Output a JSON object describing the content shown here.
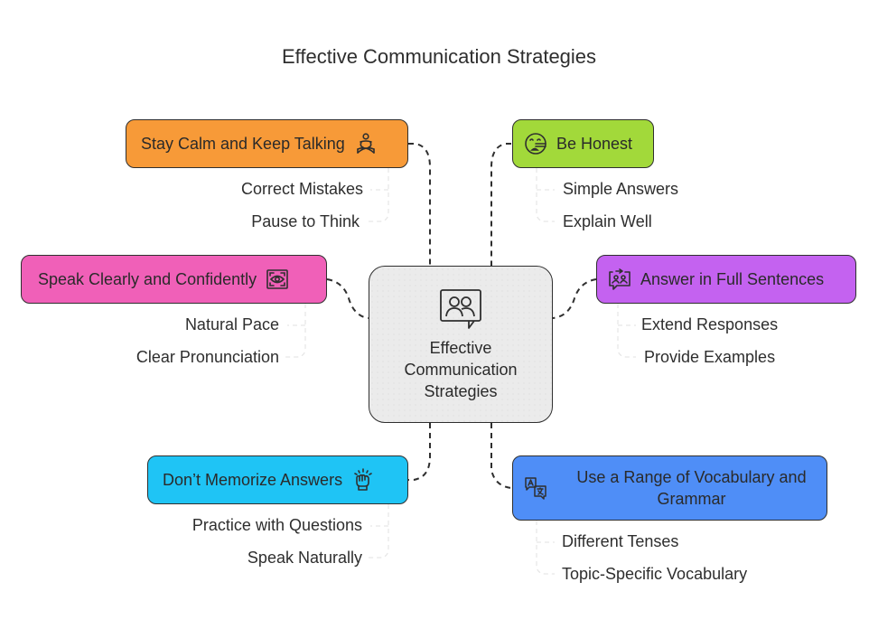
{
  "title": "Effective Communication Strategies",
  "center": {
    "label_lines": [
      "Effective",
      "Communication",
      "Strategies"
    ],
    "icon": "people-chat-icon",
    "color": "#ebebeb"
  },
  "branches": [
    {
      "id": "stay-calm",
      "label": "Stay Calm and Keep Talking",
      "icon": "meditation-icon",
      "color": "#f79a38",
      "subs": [
        "Correct Mistakes",
        "Pause to Think"
      ]
    },
    {
      "id": "be-honest",
      "label": "Be Honest",
      "icon": "lying-face-icon",
      "color": "#a2d93a",
      "subs": [
        "Simple Answers",
        "Explain Well"
      ]
    },
    {
      "id": "speak-clearly",
      "label": "Speak Clearly and Confidently",
      "icon": "eye-focus-icon",
      "color": "#f060b8",
      "subs": [
        "Natural Pace",
        "Clear Pronunciation"
      ]
    },
    {
      "id": "full-sentences",
      "label": "Answer in Full Sentences",
      "icon": "conversation-icon",
      "color": "#c462f0",
      "subs": [
        "Extend Responses",
        "Provide Examples"
      ]
    },
    {
      "id": "dont-memorize",
      "label": "Don’t Memorize Answers",
      "icon": "fist-icon",
      "color": "#1fc4f5",
      "subs": [
        "Practice with Questions",
        "Speak Naturally"
      ]
    },
    {
      "id": "vocabulary",
      "label_lines": [
        "Use a Range of Vocabulary and",
        "Grammar"
      ],
      "icon": "translate-icon",
      "color": "#4f8ef7",
      "subs": [
        "Different Tenses",
        "Topic-Specific Vocabulary"
      ]
    }
  ]
}
